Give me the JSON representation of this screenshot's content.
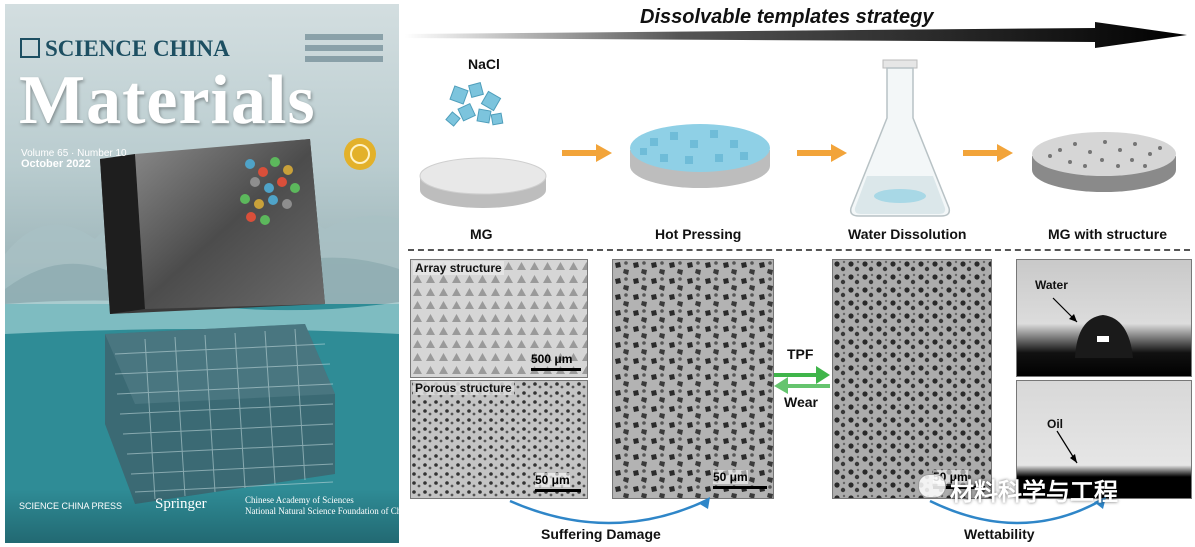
{
  "cover": {
    "journal_line": "SCIENCE CHINA",
    "title": "Materials",
    "volume_line": "Volume 65 · Number 10",
    "date_line": "October 2022",
    "publisher": "SCIENCE CHINA PRESS",
    "partner": "Springer",
    "sponsor_line1": "Chinese Academy of Sciences",
    "sponsor_line2": "National Natural Science Foundation of China"
  },
  "strategy": {
    "title": "Dissolvable templates strategy",
    "salt_label": "NaCl",
    "steps": [
      "MG",
      "Hot Pressing",
      "Water Dissolution",
      "MG with structure"
    ]
  },
  "panels": {
    "array_label": "Array structure",
    "array_scale": "500 μm",
    "porous_label": "Porous structure",
    "porous_scale": "50 μm",
    "sem1_scale": "50 μm",
    "sem2_scale": "50 μm",
    "tpf_label": "TPF",
    "wear_label": "Wear",
    "water_label": "Water",
    "oil_label": "Oil",
    "suffering_label": "Suffering Damage",
    "wettability_label": "Wettability",
    "watermark": "材料科学与工程"
  },
  "colors": {
    "arrow_orange": "#f2a43a",
    "exchange_green": "#3fb54a",
    "curve_blue": "#2f86c8",
    "salt_blue": "#7cc4dd"
  }
}
